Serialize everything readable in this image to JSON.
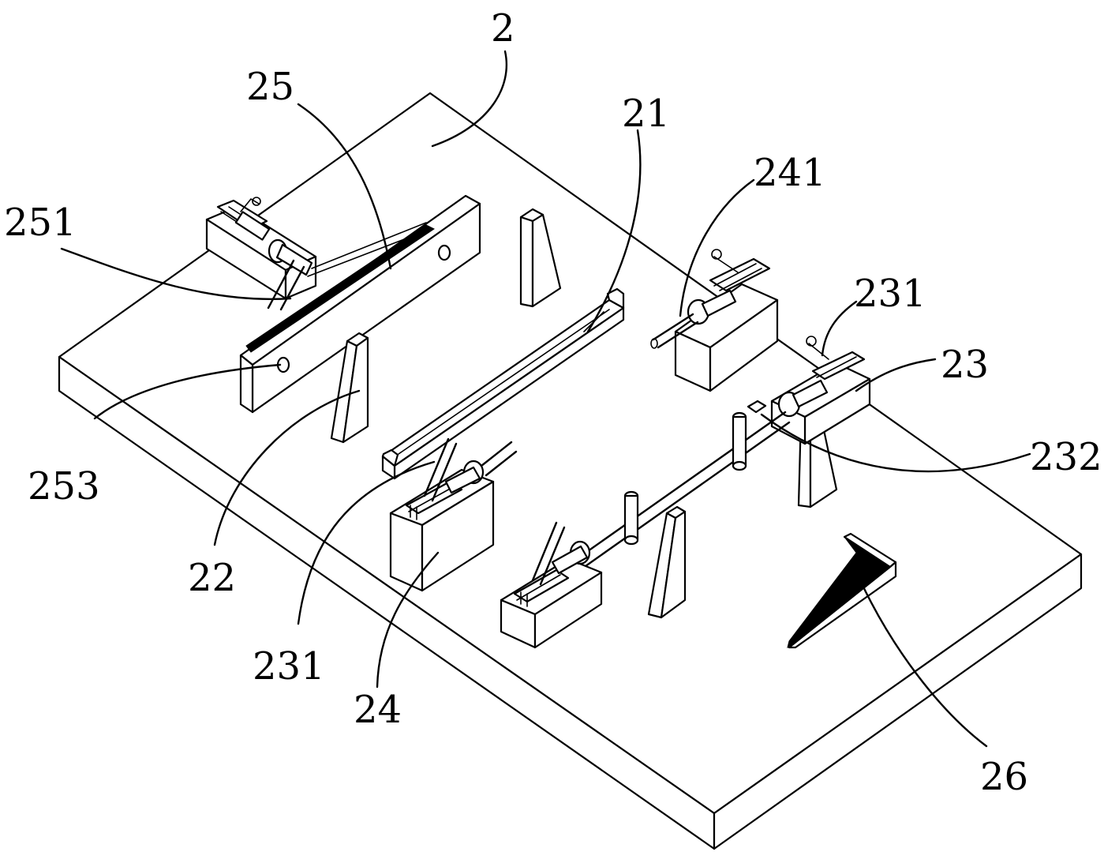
{
  "figure": {
    "labels": {
      "l2": "2",
      "l25": "25",
      "l21": "21",
      "l241": "241",
      "l251": "251",
      "l231_top": "231",
      "l23": "23",
      "l232": "232",
      "l253": "253",
      "l22": "22",
      "l231_bottom": "231",
      "l24": "24",
      "l26": "26"
    }
  },
  "colors": {
    "line": "#000000",
    "background": "#ffffff"
  }
}
